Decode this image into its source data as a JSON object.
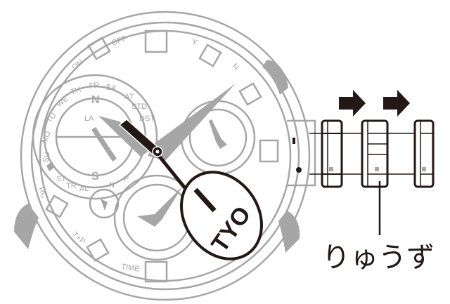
{
  "dial": {
    "bezel_labels": {
      "off": "OFF",
      "on": "ON",
      "y": "Y",
      "n": "N",
      "rc": "RC",
      "tp": "T+P",
      "time": "TIME"
    },
    "days": [
      "SU",
      "MO",
      "TU",
      "WE",
      "TH",
      "FR",
      "SA"
    ],
    "ring_labels": {
      "at": "AT",
      "std": "STD",
      "dst": "DST",
      "st": "ST",
      "tr": "TR",
      "al": "AL",
      "np_n": "N",
      "np_p": "P"
    },
    "compass": {
      "north": "N",
      "south": "S"
    },
    "city_partial": "LA"
  },
  "callout": {
    "city_code": "TYO"
  },
  "crown": {
    "label": "りゅうず",
    "arrow_count": 2
  },
  "colors": {
    "dial_gray": "#a6a6a6",
    "hand_black": "#231815"
  }
}
